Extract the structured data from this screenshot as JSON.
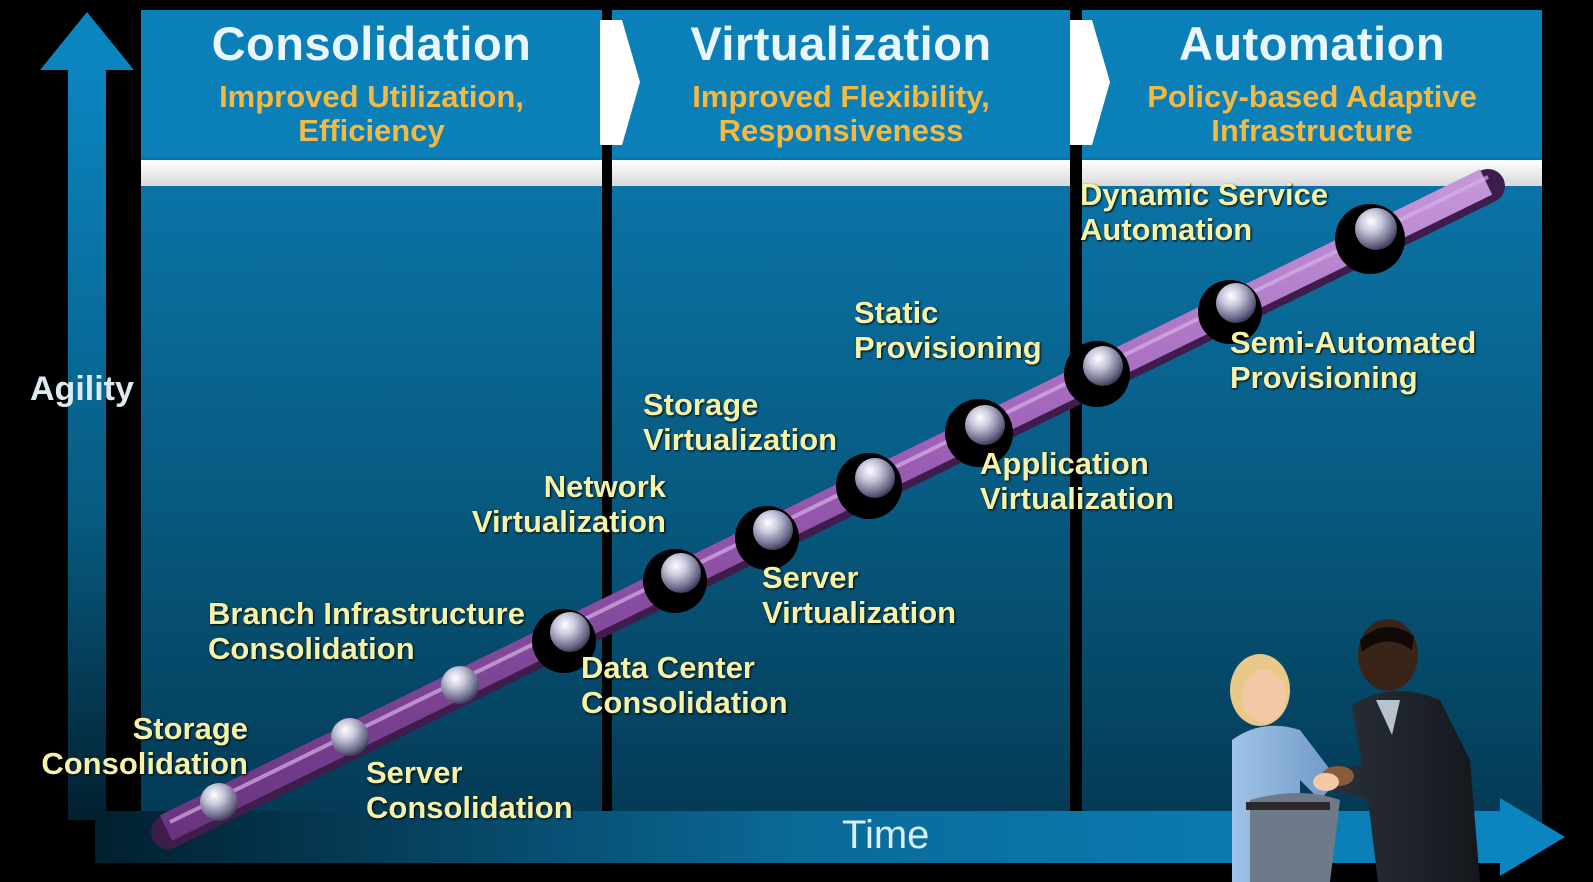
{
  "phases": [
    {
      "title": "Consolidation",
      "subtitle_line1": "Improved Utilization,",
      "subtitle_line2": "Efficiency"
    },
    {
      "title": "Virtualization",
      "subtitle_line1": "Improved Flexibility,",
      "subtitle_line2": "Responsiveness"
    },
    {
      "title": "Automation",
      "subtitle_line1": "Policy-based Adaptive",
      "subtitle_line2": "Infrastructure"
    }
  ],
  "axes": {
    "y_label": "Agility",
    "x_label": "Time"
  },
  "milestones": [
    {
      "line1": "Storage",
      "line2": "Consolidation"
    },
    {
      "line1": "Server",
      "line2": "Consolidation"
    },
    {
      "line1": "Branch Infrastructure",
      "line2": "Consolidation"
    },
    {
      "line1": "Data Center",
      "line2": "Consolidation"
    },
    {
      "line1": "Network",
      "line2": "Virtualization"
    },
    {
      "line1": "Server",
      "line2": "Virtualization"
    },
    {
      "line1": "Storage",
      "line2": "Virtualization"
    },
    {
      "line1": "Application",
      "line2": "Virtualization"
    },
    {
      "line1": "Static",
      "line2": "Provisioning"
    },
    {
      "line1": "Semi-Automated",
      "line2": "Provisioning"
    },
    {
      "line1": "Dynamic Service",
      "line2": "Automation"
    }
  ],
  "colors": {
    "panel": "#0b7fb8",
    "heading": "#e9f6fb",
    "subtitle": "#f4b942",
    "label": "#f6f2a8",
    "pipe": "#a066b8"
  },
  "illustration": "business-handshake-photo"
}
